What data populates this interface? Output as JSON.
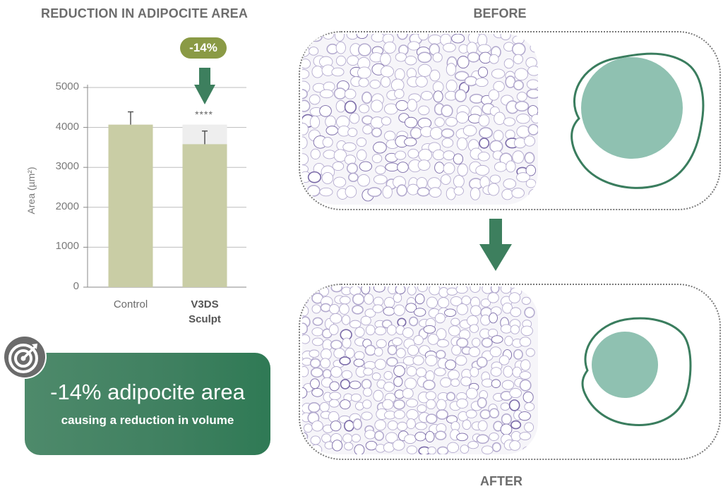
{
  "chart_data": {
    "type": "bar",
    "title": "REDUCTION IN ADIPOCITE AREA",
    "ylabel": "Area (µm²)",
    "xlabel": "",
    "ylim": [
      0,
      5000
    ],
    "yticks": [
      "0",
      "1000",
      "2000",
      "3000",
      "4000",
      "5000"
    ],
    "categories": [
      [
        "Control"
      ],
      [
        "V3DS",
        "Sculpt"
      ]
    ],
    "values": [
      4070,
      3580
    ],
    "errors": [
      320,
      330
    ],
    "reference_value": 4070,
    "significance": "****",
    "change_label": "-14%",
    "colors": {
      "bar": "#c9cda5",
      "reference": "#eeeeee",
      "axis": "#888888",
      "grid": "#bdbdbd",
      "badge": "#8a9a45",
      "arrow": "#3d7f5e"
    }
  },
  "callout": {
    "headline": "-14% adipocite area",
    "subtext": "causing a reduction in volume",
    "icon": "target-icon",
    "color": "#3f8060"
  },
  "panels": {
    "before_label": "BEFORE",
    "after_label": "AFTER",
    "circle_fill": "#8fc1b1",
    "outline_color": "#3a7d5e",
    "before_cell_ratio": 1.0,
    "after_cell_ratio": 0.86
  }
}
